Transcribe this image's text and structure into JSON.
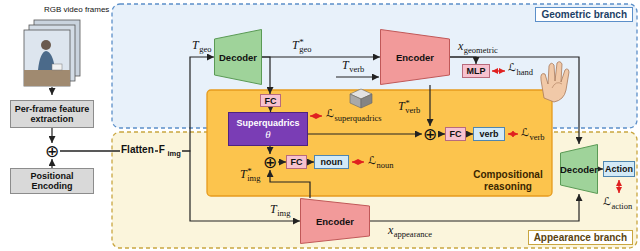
{
  "diagram": {
    "nodes": [
      {
        "text": [
          "Per-frame feature extraction"
        ]
      },
      {
        "text": [
          "⊕"
        ]
      },
      {
        "text": [
          "Positional Encoding"
        ]
      },
      {
        "text": [
          "Geometric branch"
        ]
      },
      {
        "text": [
          "Decoder"
        ],
        "in": 3
      },
      {
        "text": [
          "Encoder"
        ],
        "in": 3
      },
      {
        "text": [
          "MLP"
        ],
        "in": 3
      },
      {
        "text": [
          "Compositional reasoning"
        ]
      },
      {
        "text": [
          "FC"
        ],
        "in": 7
      },
      {
        "text": [
          "Superquadrics",
          "θ"
        ],
        "in": 7
      },
      {
        "text": [
          "⊕"
        ],
        "in": 7
      },
      {
        "text": [
          "FC"
        ],
        "in": 7
      },
      {
        "text": [
          "verb"
        ],
        "in": 7
      },
      {
        "text": [
          "⊕"
        ],
        "in": 7
      },
      {
        "text": [
          "FC"
        ],
        "in": 7
      },
      {
        "text": [
          "noun"
        ],
        "in": 7
      },
      {
        "text": [
          "Appearance branch"
        ]
      },
      {
        "text": [
          "Encoder"
        ],
        "in": 16
      },
      {
        "text": [
          "Decoder"
        ],
        "in": 16
      },
      {
        "text": [
          "Action"
        ],
        "in": 16
      }
    ],
    "edges": [
      {
        "from": 0,
        "to": 1,
        "arrow": "to"
      },
      {
        "from": 2,
        "to": 1,
        "arrow": "to"
      },
      {
        "from": 1,
        "to": 4,
        "arrow": "to"
      },
      {
        "from": 1,
        "to": 17,
        "arrow": "to"
      },
      {
        "from": 4,
        "to": 5,
        "arrow": "to"
      },
      {
        "from": 4,
        "to": 8,
        "arrow": "to"
      },
      {
        "from": 8,
        "to": 9,
        "arrow": "to"
      },
      {
        "from": 5,
        "to": 6,
        "arrow": "to"
      },
      {
        "from": 5,
        "to": 18,
        "arrow": "to"
      },
      {
        "from": 5,
        "to": 10,
        "arrow": "to"
      },
      {
        "from": 9,
        "to": 10,
        "arrow": "to"
      },
      {
        "from": 9,
        "to": 13,
        "arrow": "to"
      },
      {
        "from": 10,
        "to": 11,
        "arrow": "to"
      },
      {
        "from": 11,
        "to": 12,
        "arrow": "to"
      },
      {
        "from": 13,
        "to": 14,
        "arrow": "to"
      },
      {
        "from": 14,
        "to": 15,
        "arrow": "to"
      },
      {
        "from": 17,
        "to": 13,
        "arrow": "to"
      },
      {
        "from": 17,
        "to": 18,
        "arrow": "to"
      },
      {
        "from": 18,
        "to": 19,
        "arrow": "to"
      }
    ],
    "labels": [
      "RGB video frames",
      "Flatten",
      "F",
      "img",
      "T",
      "geo",
      "T",
      "*",
      "geo",
      "T",
      "verb",
      "x",
      "geometric",
      "ℒ",
      "hand",
      "ℒ",
      "superquadrics",
      "T",
      "*",
      "verb",
      "ℒ",
      "verb",
      "ℒ",
      "noun",
      "T",
      "img",
      "T",
      "*",
      "img",
      "x",
      "appearance",
      "ℒ",
      "action"
    ]
  }
}
